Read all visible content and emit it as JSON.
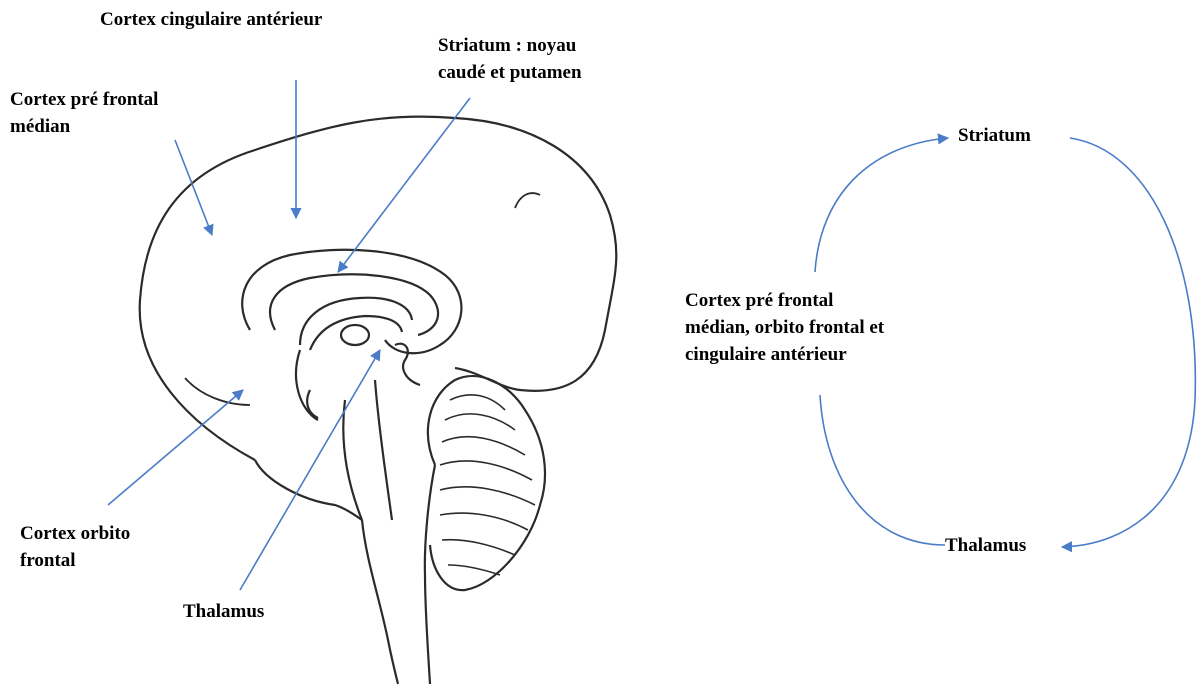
{
  "brain_labels": {
    "acc": "Cortex cingulaire antérieur",
    "striatum": "Striatum : noyau\ncaudé et putamen",
    "mpfc": "Cortex pré frontal\nmédian",
    "ofc": "Cortex orbito\nfrontal",
    "thalamus": "Thalamus"
  },
  "circuit": {
    "top_node": "Striatum",
    "left_node": "Cortex pré frontal\nmédian, orbito frontal et\ncingulaire antérieur",
    "bottom_node": "Thalamus"
  },
  "colors": {
    "arrow": "#4a7cc7",
    "outline": "#2b2b2b"
  }
}
